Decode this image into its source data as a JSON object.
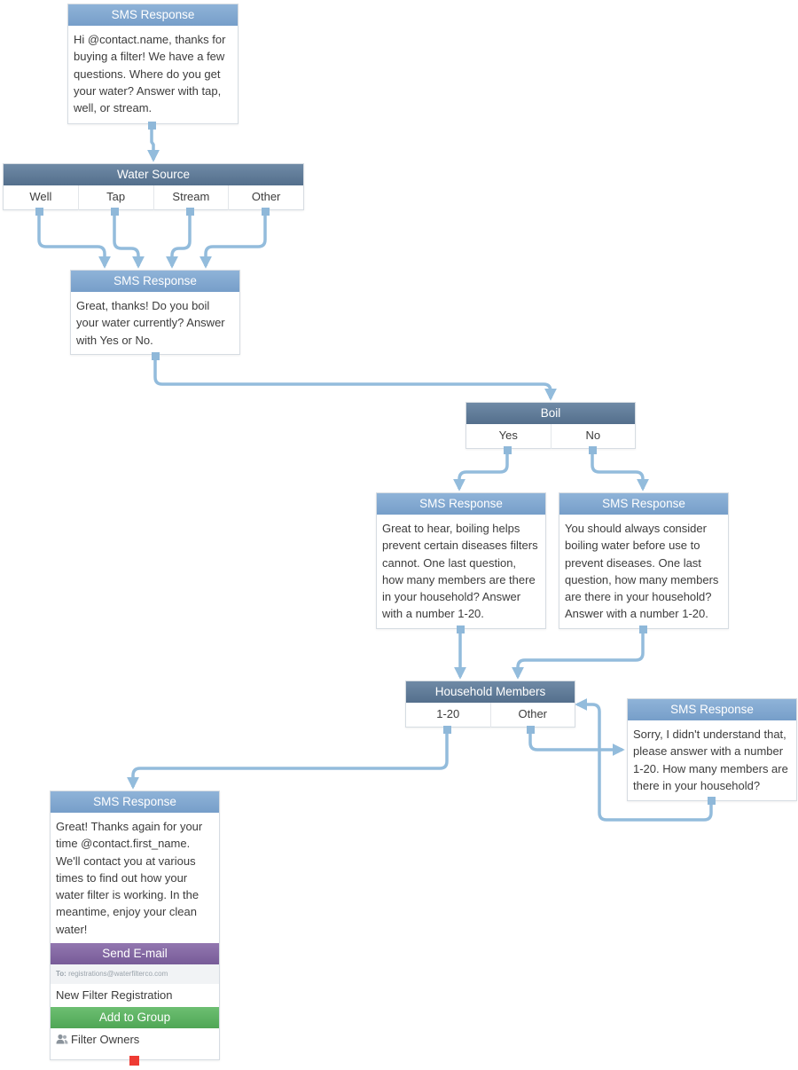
{
  "nodes": {
    "sms1": {
      "header": "SMS Response",
      "text": "Hi @contact.name, thanks for buying a filter! We have a few questions. Where do you get your water? Answer with tap, well, or stream."
    },
    "water_source": {
      "header": "Water Source",
      "categories": [
        "Well",
        "Tap",
        "Stream",
        "Other"
      ]
    },
    "sms2": {
      "header": "SMS Response",
      "text": "Great, thanks! Do you boil your water currently? Answer with Yes or No."
    },
    "boil": {
      "header": "Boil",
      "categories": [
        "Yes",
        "No"
      ]
    },
    "sms_yes": {
      "header": "SMS Response",
      "text": "Great to hear, boiling helps prevent certain diseases filters cannot. One last question, how many members are there in your household? Answer with a number 1-20."
    },
    "sms_no": {
      "header": "SMS Response",
      "text": "You should always consider boiling water before use to prevent diseases. One last question, how many members are there in your household? Answer with a number 1-20."
    },
    "household": {
      "header": "Household Members",
      "categories": [
        "1-20",
        "Other"
      ]
    },
    "sms_sorry": {
      "header": "SMS Response",
      "text": "Sorry, I didn't understand that, please answer with a number 1-20. How many members are there in your household?"
    },
    "final": {
      "sms_header": "SMS Response",
      "sms_text": "Great! Thanks again for your time @contact.first_name. We'll contact you at various times to find out how your water filter is working. In the meantime, enjoy your clean water!",
      "email_header": "Send E-mail",
      "email_to_label": "To:",
      "email_to": "registrations@waterfilterco.com",
      "email_subject": "New Filter Registration",
      "group_header": "Add to Group",
      "group_icon": "user-group-icon",
      "group_name": "Filter Owners"
    }
  },
  "colors": {
    "wire": "#93bcdc",
    "sms_header": "#8fb3d8",
    "split_header": "#5f7b98",
    "email_header": "#8466a4",
    "group_header": "#5cb262",
    "end_port": "#ee3b33"
  }
}
